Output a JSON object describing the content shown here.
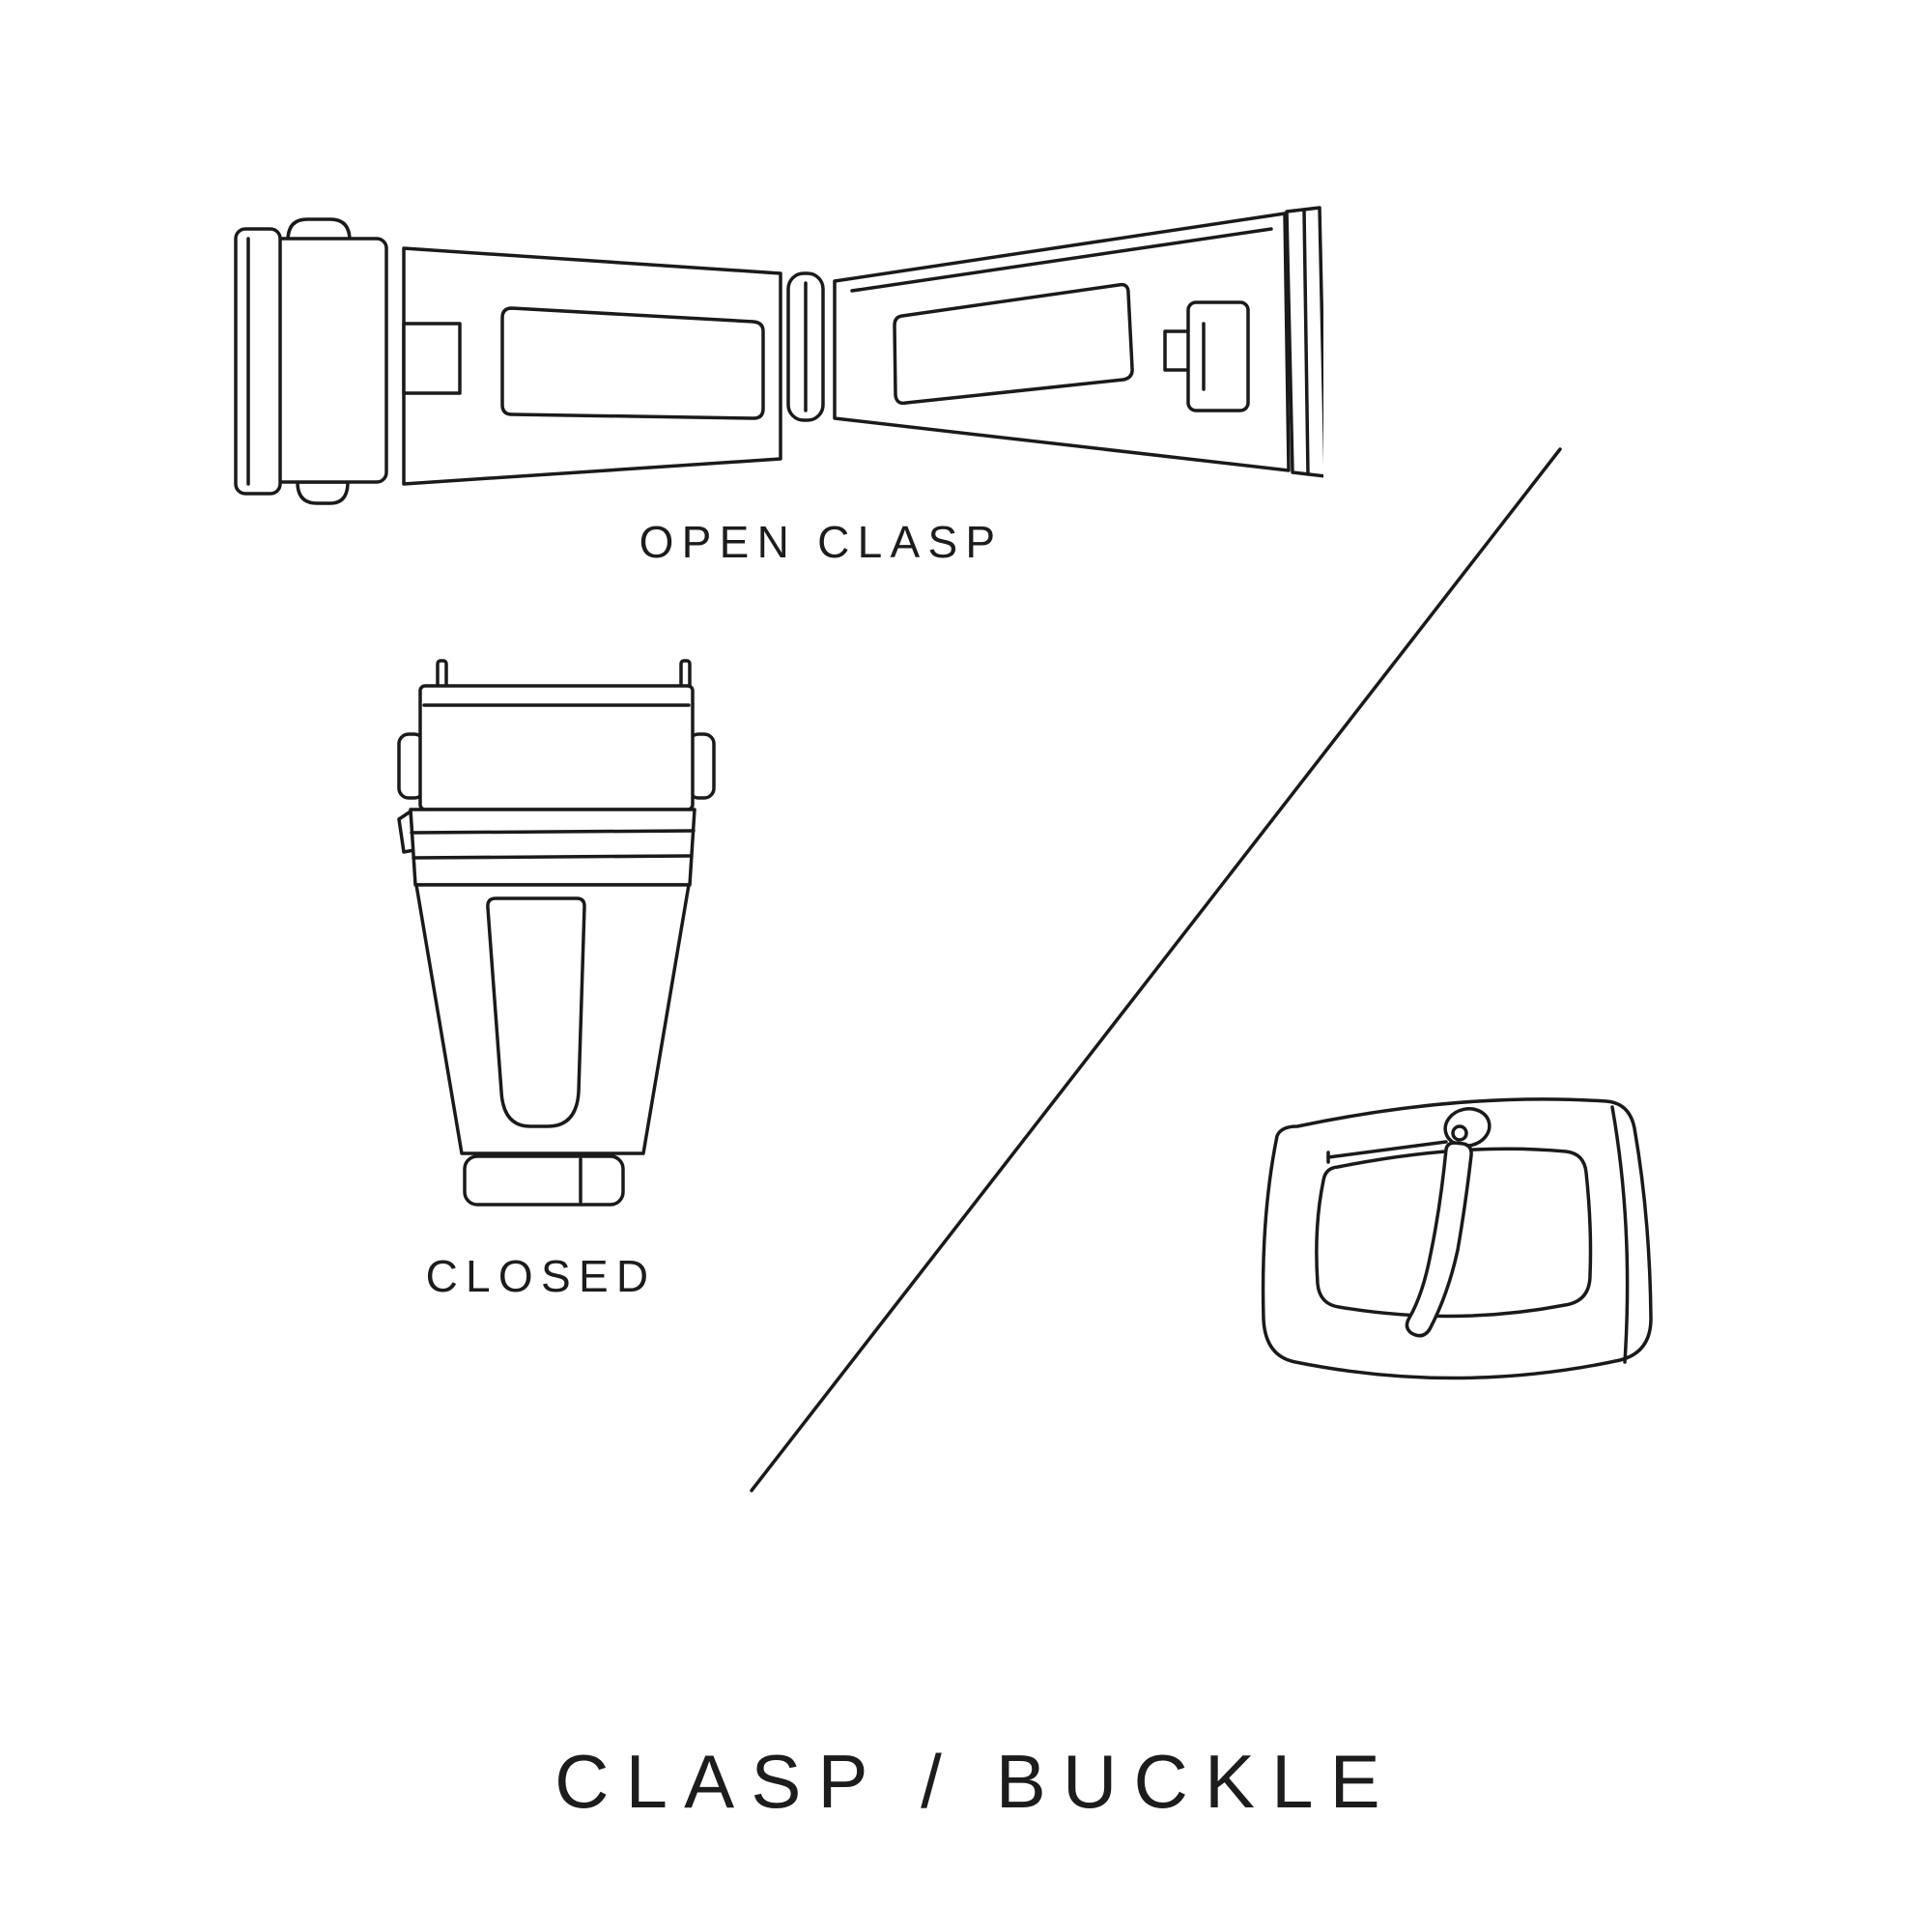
{
  "page": {
    "background_color": "#ffffff",
    "line_color": "#1a1a1a"
  },
  "diagram": {
    "title": "CLASP / BUCKLE",
    "labels": {
      "open_clasp": "OPEN CLASP",
      "closed": "CLOSED"
    },
    "illustrations": {
      "open_clasp": "open-clasp-line-drawing",
      "closed_clasp": "closed-clasp-line-drawing",
      "buckle": "pin-buckle-line-drawing",
      "divider": "diagonal-divider-line"
    }
  }
}
